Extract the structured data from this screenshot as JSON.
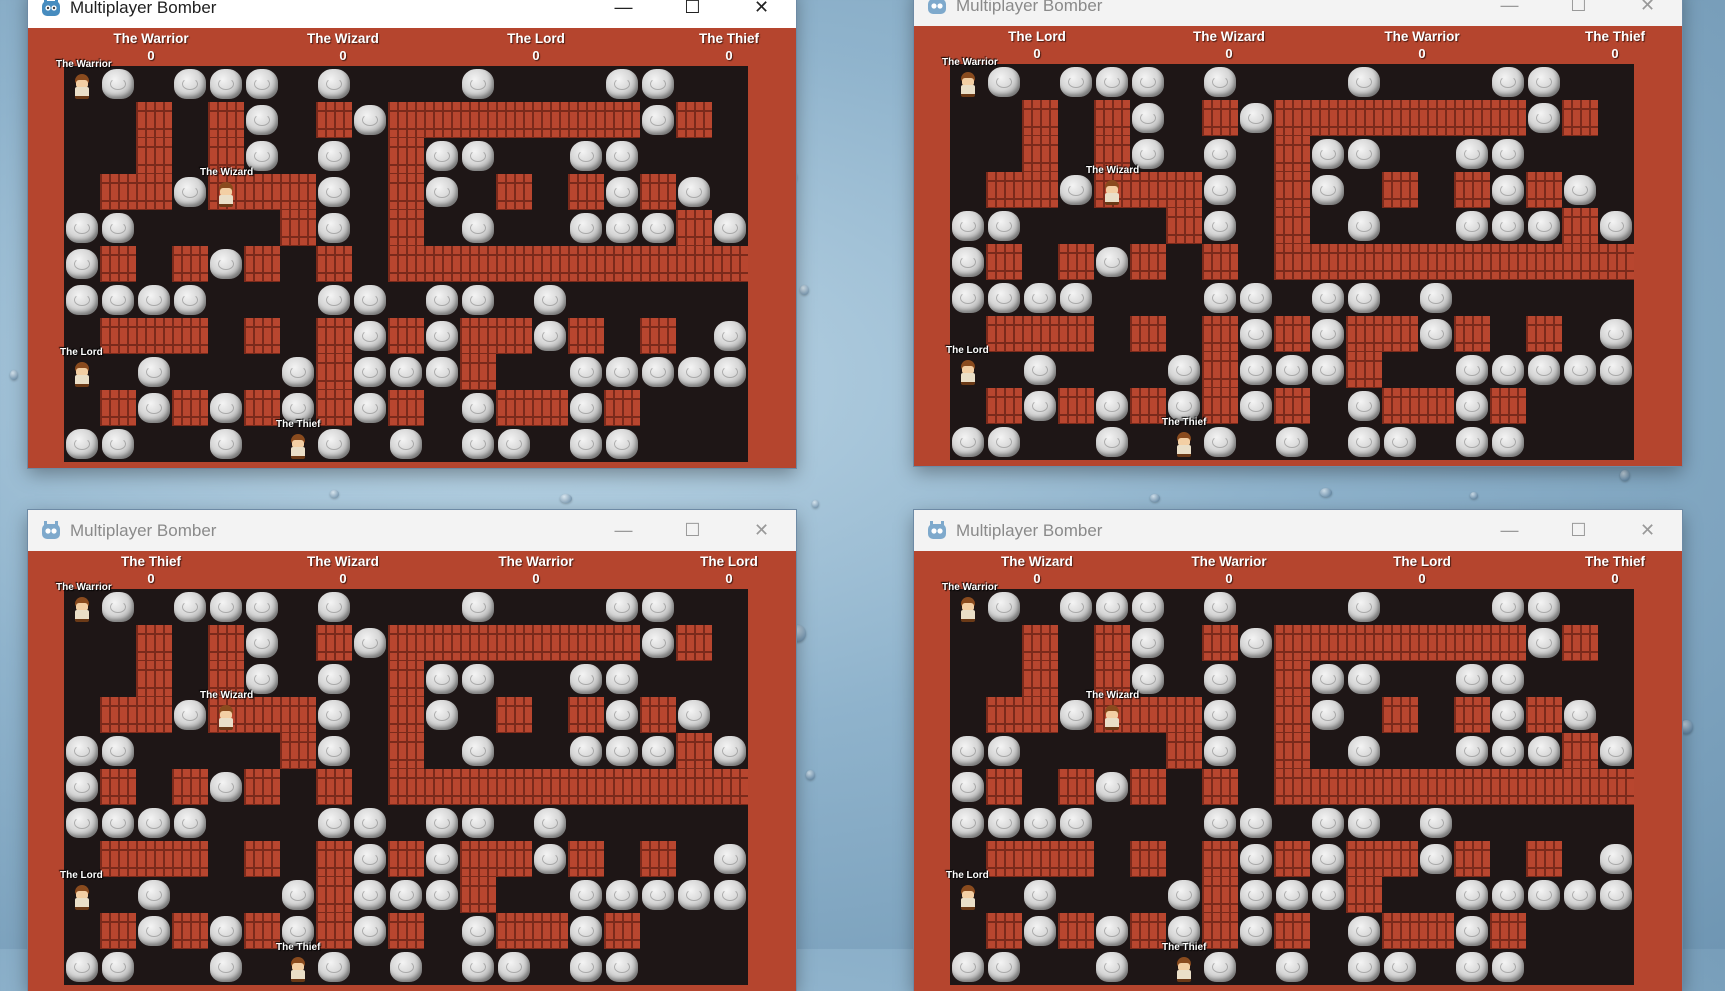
{
  "app_title": "Multiplayer Bomber",
  "window_buttons": {
    "minimize": "—",
    "maximize": "☐",
    "close": "✕"
  },
  "windows": [
    {
      "scoreboard": [
        {
          "name": "The Warrior",
          "score": "0"
        },
        {
          "name": "The Wizard",
          "score": "0"
        },
        {
          "name": "The Lord",
          "score": "0"
        },
        {
          "name": "The Thief",
          "score": "0"
        }
      ]
    },
    {
      "scoreboard": [
        {
          "name": "The Lord",
          "score": "0"
        },
        {
          "name": "The Wizard",
          "score": "0"
        },
        {
          "name": "The Warrior",
          "score": "0"
        },
        {
          "name": "The Thief",
          "score": "0"
        }
      ]
    },
    {
      "scoreboard": [
        {
          "name": "The Thief",
          "score": "0"
        },
        {
          "name": "The Wizard",
          "score": "0"
        },
        {
          "name": "The Warrior",
          "score": "0"
        },
        {
          "name": "The Lord",
          "score": "0"
        }
      ]
    },
    {
      "scoreboard": [
        {
          "name": "The Wizard",
          "score": "0"
        },
        {
          "name": "The Warrior",
          "score": "0"
        },
        {
          "name": "The Lord",
          "score": "0"
        },
        {
          "name": "The Thief",
          "score": "0"
        }
      ]
    }
  ],
  "player_labels": {
    "warrior": "The Warrior",
    "wizard": "The Wizard",
    "lord": "The Lord",
    "thief": "The Thief"
  },
  "map": {
    "wall": "#",
    "rock": "R",
    "rows": [
      ".R.RRR.R...R...RR..",
      "..#.#R.#R#######R#.",
      "..#.#R.R.#RR..RR...",
      ".##R###R.#R.#.#R#R.",
      "RR....#R.#.R..RRR#R",
      "R#.#R#.#.##########",
      "RRRR...RR.RR.R.....",
      ".###.#.#R#R##R#.#.R",
      "..R...R#RRR#..RRRRR",
      ".#R#R#R#R#.R##R#...",
      "RR..R..R.R.RR.RR..."
    ]
  }
}
